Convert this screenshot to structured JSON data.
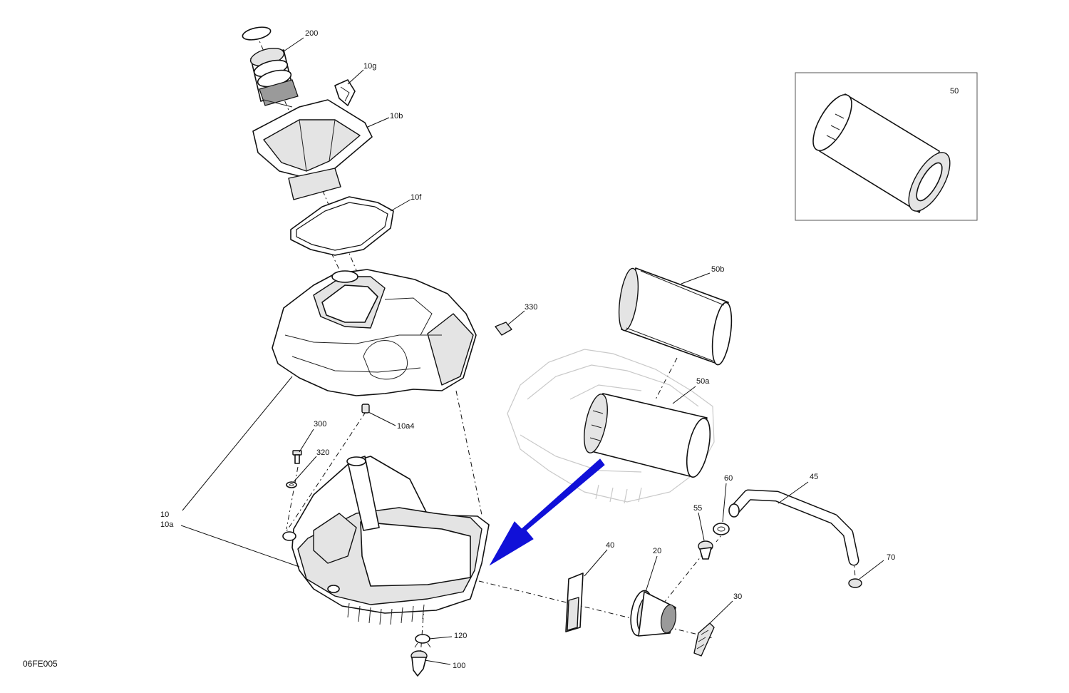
{
  "drawing": {
    "code": "06FE005",
    "arrow_color": "#1010d8",
    "labels": {
      "p200": "200",
      "p10g": "10g",
      "p10b": "10b",
      "p10f": "10f",
      "p330": "330",
      "p50": "50",
      "p50b": "50b",
      "p50a": "50a",
      "p10a4": "10a4",
      "p300": "300",
      "p320": "320",
      "p10": "10",
      "p10a": "10a",
      "p60": "60",
      "p45": "45",
      "p55": "55",
      "p40": "40",
      "p20": "20",
      "p70": "70",
      "p30": "30",
      "p120": "120",
      "p100": "100"
    }
  }
}
